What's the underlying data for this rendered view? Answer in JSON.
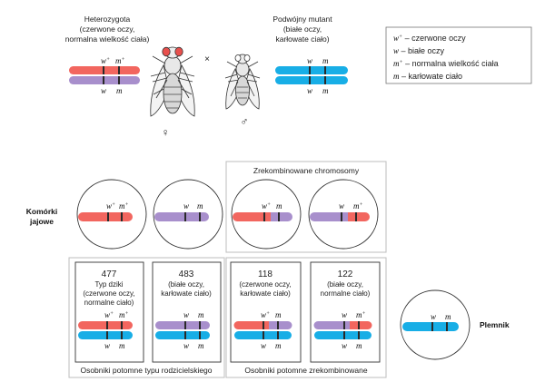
{
  "colors": {
    "red": "#f2665f",
    "purple": "#a88fcc",
    "blue": "#18aee6",
    "band": "#2a2a2a",
    "box_border": "#bdbdbd"
  },
  "parents": {
    "female": {
      "label_lines": [
        "Heterozygota",
        "(czerwone oczy,",
        "normalna wielkość ciała)"
      ],
      "top_alleles": [
        "w",
        "m"
      ],
      "top_sup": [
        "+",
        "+"
      ],
      "bottom_alleles": [
        "w",
        "m"
      ],
      "symbol": "♀"
    },
    "cross_symbol": "×",
    "male": {
      "label_lines": [
        "Podwójny mutant",
        "(białe oczy,",
        "karłowate ciało)"
      ],
      "top_alleles": [
        "w",
        "m"
      ],
      "bottom_alleles": [
        "w",
        "m"
      ],
      "symbol": "♂"
    }
  },
  "legend": [
    {
      "allele": "w",
      "sup": "+",
      "text": " – czerwone oczy"
    },
    {
      "allele": "w",
      "sup": "",
      "text": " – białe oczy"
    },
    {
      "allele": "m",
      "sup": "+",
      "text": " – normalna wielkość ciała"
    },
    {
      "allele": "m",
      "sup": "",
      "text": " – karłowate ciało"
    }
  ],
  "egg_cells": {
    "label_lines": [
      "Komórki",
      "jajowe"
    ],
    "recombined_title": "Zrekombinowane chromosomy",
    "cells": [
      {
        "w": "w",
        "w_sup": "+",
        "m": "m",
        "m_sup": "+"
      },
      {
        "w": "w",
        "w_sup": "",
        "m": "m",
        "m_sup": ""
      },
      {
        "w": "w",
        "w_sup": "+",
        "m": "m",
        "m_sup": ""
      },
      {
        "w": "w",
        "w_sup": "",
        "m": "m",
        "m_sup": "+"
      }
    ]
  },
  "offspring": [
    {
      "count": "477",
      "lines": [
        "Typ dziki",
        "(czerwone oczy,",
        "normalne ciało)"
      ],
      "w": "w",
      "w_sup": "+",
      "m": "m",
      "m_sup": "+"
    },
    {
      "count": "483",
      "lines": [
        "(białe oczy,",
        "karłowate ciało)"
      ],
      "w": "w",
      "w_sup": "",
      "m": "m",
      "m_sup": ""
    },
    {
      "count": "118",
      "lines": [
        "(czerwone oczy,",
        "karłowate ciało)"
      ],
      "w": "w",
      "w_sup": "+",
      "m": "m",
      "m_sup": ""
    },
    {
      "count": "122",
      "lines": [
        "(białe oczy,",
        "normalne ciało)"
      ],
      "w": "w",
      "w_sup": "",
      "m": "m",
      "m_sup": "+"
    }
  ],
  "group_labels": {
    "parental": "Osobniki potomne typu rodzicielskiego",
    "recombinant": "Osobniki potomne zrekombinowane"
  },
  "sperm": {
    "label": "Plemnik",
    "w": "w",
    "m": "m"
  }
}
